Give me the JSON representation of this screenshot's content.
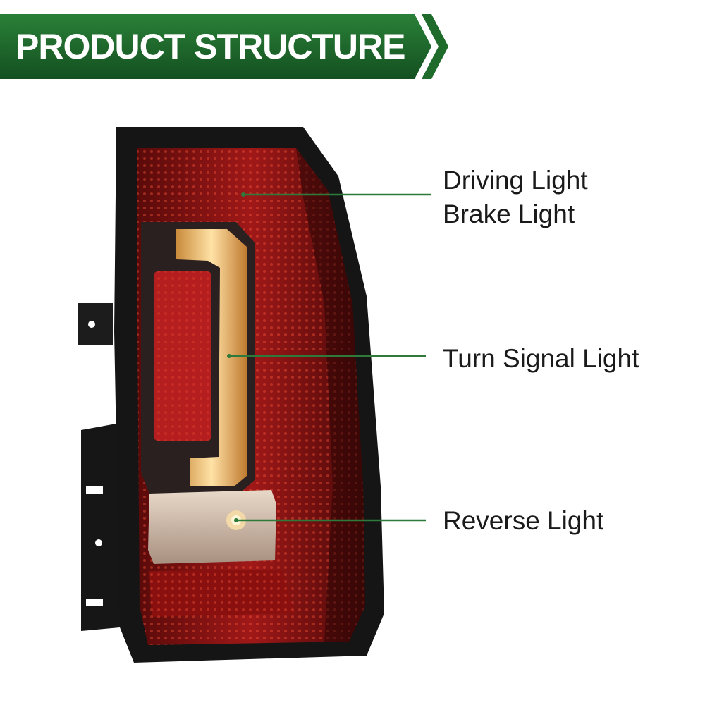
{
  "banner": {
    "title": "PRODUCT STRUCTURE"
  },
  "colors": {
    "banner_green": "#1f6b2c",
    "banner_green_dark": "#14501f",
    "callout_line": "#2d7a3a",
    "lens_red": "#8c1212",
    "housing": "#1a1a1a"
  },
  "callouts": [
    {
      "label": "Driving Light"
    },
    {
      "label": "Brake Light"
    },
    {
      "label": "Turn Signal Light"
    },
    {
      "label": "Reverse Light"
    }
  ]
}
